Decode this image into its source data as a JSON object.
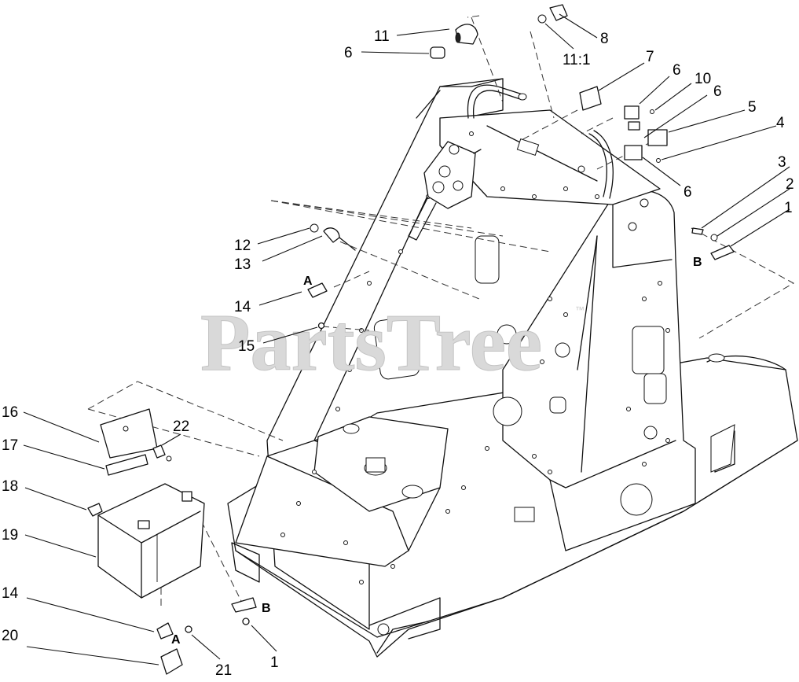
{
  "watermark": {
    "text": "PartsTree",
    "mark": "™"
  },
  "callouts": {
    "c1a": "1",
    "c1b": "1",
    "c2": "2",
    "c3": "3",
    "c4": "4",
    "c5": "5",
    "c6a": "6",
    "c6b": "6",
    "c6c": "6",
    "c6d": "6",
    "c7": "7",
    "c8": "8",
    "c10": "10",
    "c11": "11",
    "c11_1": "11:1",
    "c12": "12",
    "c13": "13",
    "c14a": "14",
    "c14b": "14",
    "c15": "15",
    "c16": "16",
    "c17": "17",
    "c18": "18",
    "c19": "19",
    "c20": "20",
    "c21": "21",
    "c22": "22"
  },
  "letters": {
    "a1": "A",
    "a2": "A",
    "b1": "B",
    "b2": "B"
  }
}
